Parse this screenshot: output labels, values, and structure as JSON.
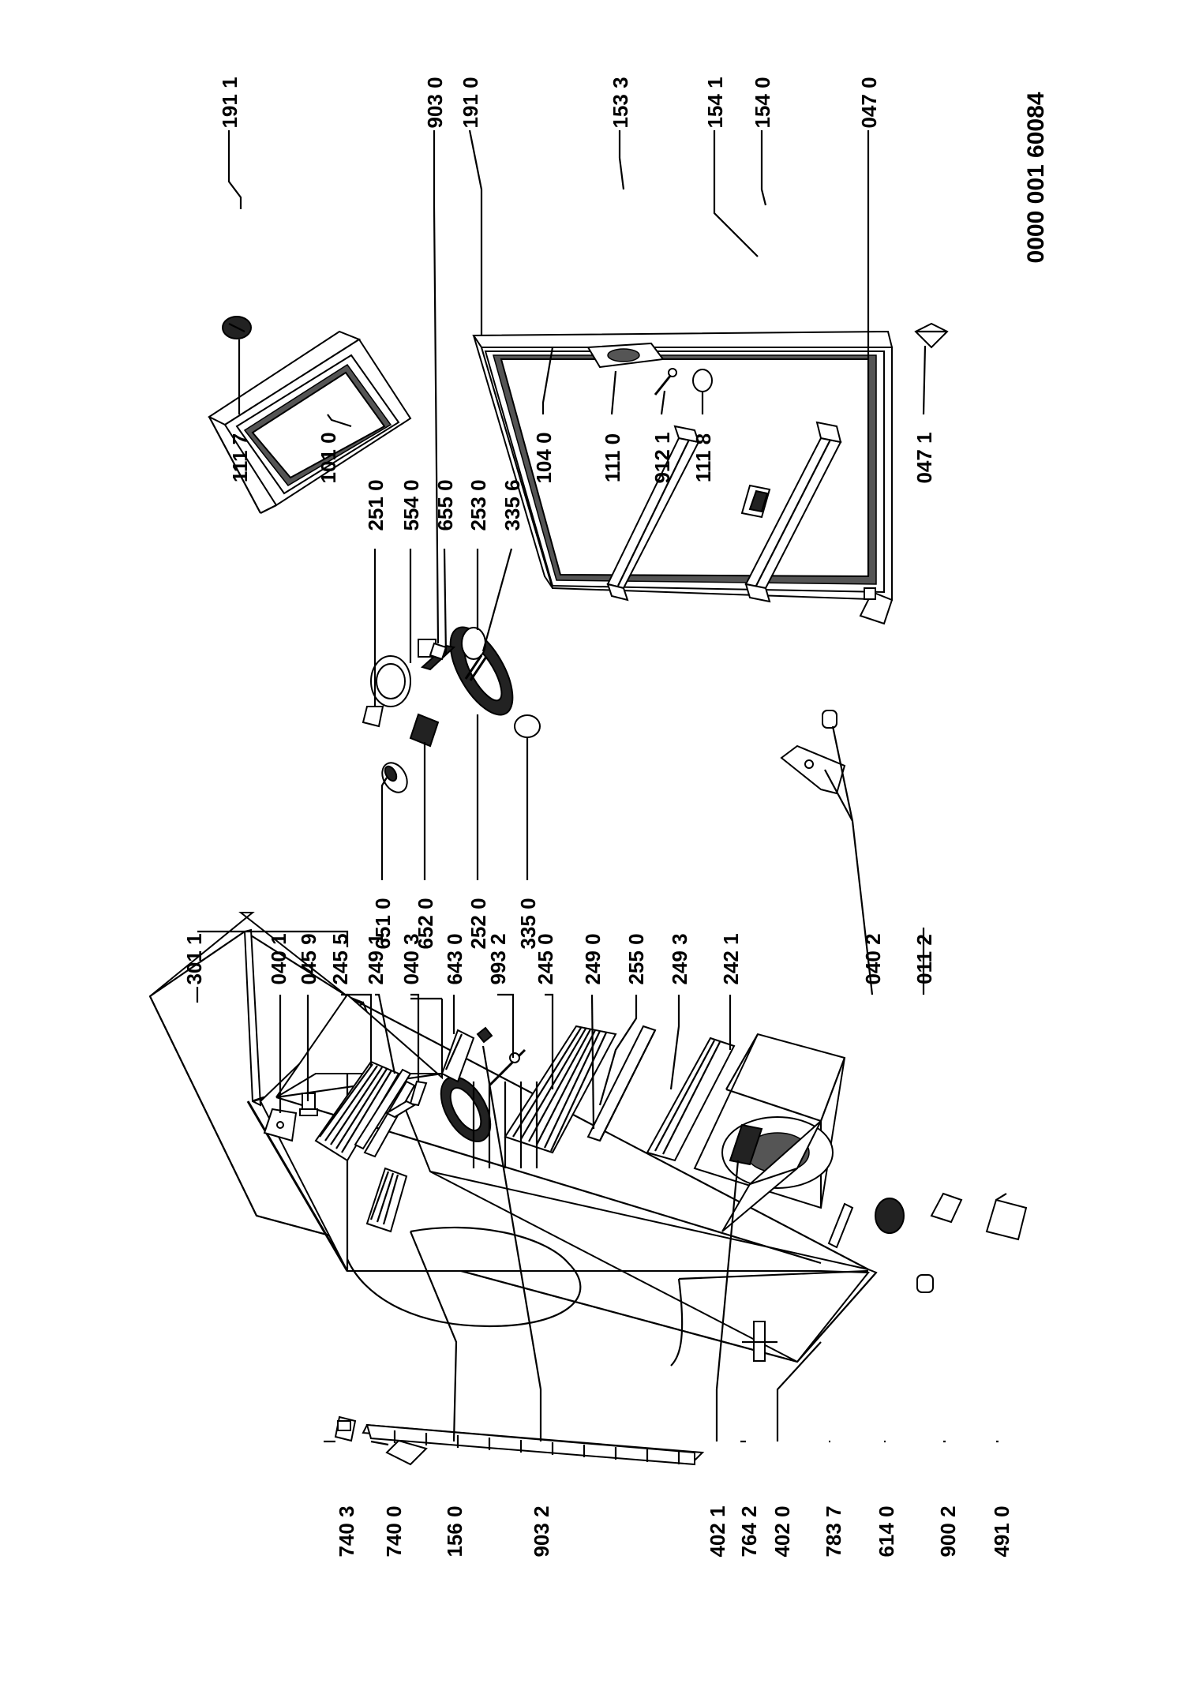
{
  "reference_number": "0000 001 60084",
  "labels": {
    "p7403": "740 3",
    "p7400": "740 0",
    "p1560": "156 0",
    "p9032": "903 2",
    "p4021": "402 1",
    "p7642": "764 2",
    "p4020": "402 0",
    "p7837": "783 7",
    "p6140": "614 0",
    "p9002": "900 2",
    "p4910": "491 0",
    "p3011": "301 1",
    "p0401": "040 1",
    "p0459": "045 9",
    "p2455": "245 5",
    "p2491": "249 1",
    "p0403": "040 3",
    "p6430": "643 0",
    "p9932": "993 2",
    "p2450": "245 0",
    "p2490": "249 0",
    "p2550": "255 0",
    "p2493": "249 3",
    "p2421": "242 1",
    "p0402": "040 2",
    "p0112": "011 2",
    "p6510": "651 0",
    "p6520": "652 0",
    "p2520": "252 0",
    "p3350": "335 0",
    "p2510": "251 0",
    "p5540": "554 0",
    "p6550": "655 0",
    "p2530": "253 0",
    "p3356": "335 6",
    "p1117": "111 7",
    "p1010": "101 0",
    "p1040": "104 0",
    "p1110": "111 0",
    "p9121": "912 1",
    "p1118": "111 8",
    "p0471": "047 1",
    "p1911": "191 1",
    "p9030": "903 0",
    "p1910": "191 0",
    "p1533": "153 3",
    "p1541": "154 1",
    "p1540": "154 0",
    "p0470": "047 0"
  }
}
